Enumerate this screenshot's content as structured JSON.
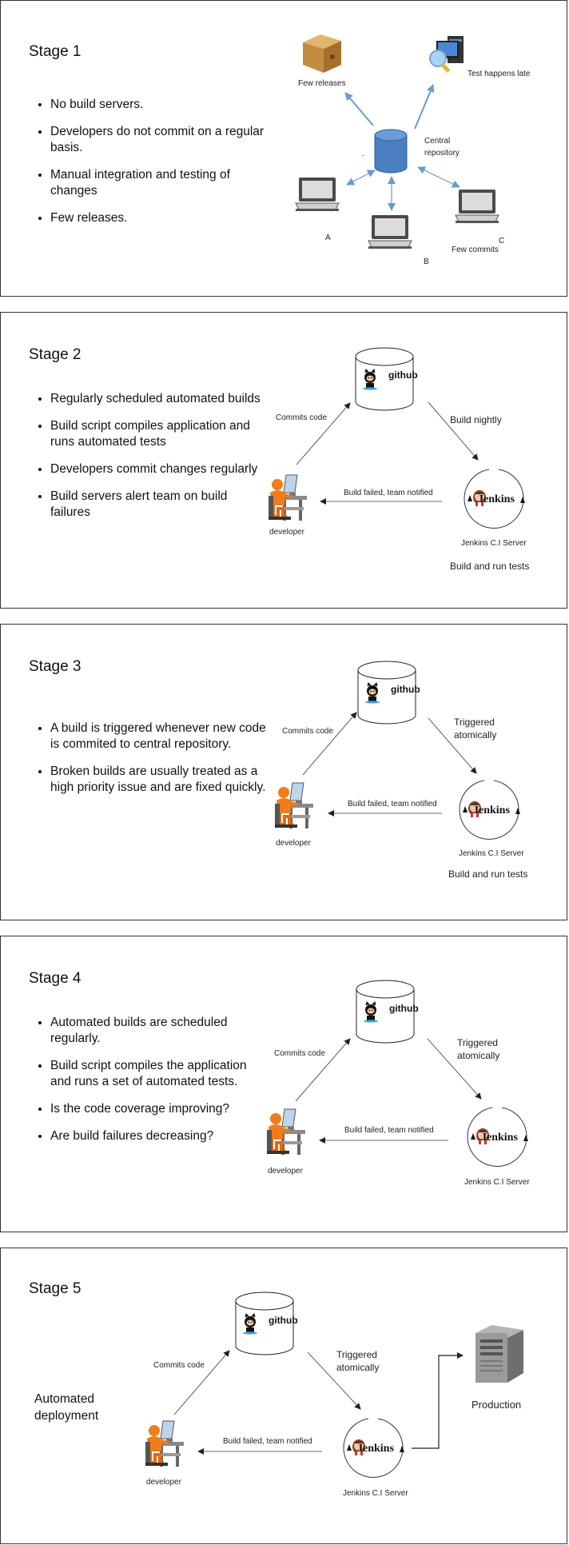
{
  "stage1": {
    "title": "Stage 1",
    "bullets": [
      "No build servers.",
      "Developers do not commit on a regular basis.",
      "Manual integration and testing of changes",
      "Few releases."
    ],
    "labels": {
      "few_releases": "Few releases",
      "test_happens_late": "Test happens late",
      "central_repository_l1": "Central",
      "central_repository_l2": "repository",
      "dot": ".",
      "a": "A",
      "b": "B",
      "c": "C",
      "few_commits": "Few commits"
    }
  },
  "stage2": {
    "title": "Stage 2",
    "bullets": [
      "Regularly scheduled automated builds",
      "Build script compiles application and runs automated tests",
      "Developers commit changes regularly",
      "Build servers alert team on build failures"
    ],
    "labels": {
      "commits_code": "Commits code",
      "build_nightly": "Build nightly",
      "build_failed": "Build failed, team notified",
      "developer": "developer",
      "jenkins_server": "Jenkins C.I Server",
      "build_run_tests": "Build and run tests"
    }
  },
  "stage3": {
    "title": "Stage 3",
    "bullets": [
      "A build is triggered whenever new code is commited to central repository.",
      "Broken builds are usually treated as a high priority issue and are fixed quickly."
    ],
    "labels": {
      "commits_code": "Commits code",
      "triggered_l1": "Triggered",
      "triggered_l2": "atomically",
      "build_failed": "Build failed, team notified",
      "developer": "developer",
      "jenkins_server": "Jenkins C.I Server",
      "build_run_tests": "Build and run tests"
    }
  },
  "stage4": {
    "title": "Stage 4",
    "bullets": [
      "Automated builds are scheduled regularly.",
      "Build script compiles the application and runs a set of automated tests.",
      "Is the code coverage improving?",
      "Are build failures decreasing?"
    ],
    "labels": {
      "commits_code": "Commits code",
      "triggered_l1": "Triggered",
      "triggered_l2": "atomically",
      "build_failed": "Build failed, team notified",
      "developer": "developer",
      "jenkins_server": "Jenkins C.I Server"
    }
  },
  "stage5": {
    "title": "Stage 5",
    "labels": {
      "automated_l1": "Automated",
      "automated_l2": "deployment",
      "commits_code": "Commits code",
      "triggered_l1": "Triggered",
      "triggered_l2": "atomically",
      "build_failed": "Build failed, team notified",
      "developer": "developer",
      "jenkins_server": "Jenkins C.I Server",
      "production": "Production"
    }
  },
  "logos": {
    "github": "github",
    "jenkins": "Jenkins"
  },
  "icons": [
    "box-icon",
    "computer-magnifier-icon",
    "database-cylinder-icon",
    "laptop-icon",
    "github-octocat-icon",
    "jenkins-butler-icon",
    "developer-workstation-icon",
    "server-tower-icon"
  ],
  "colors": {
    "border": "#333333",
    "arrow_blue": "#6a9bd0",
    "cylinder_blue": "#4a7fc1",
    "developer_orange": "#f07d1a"
  }
}
